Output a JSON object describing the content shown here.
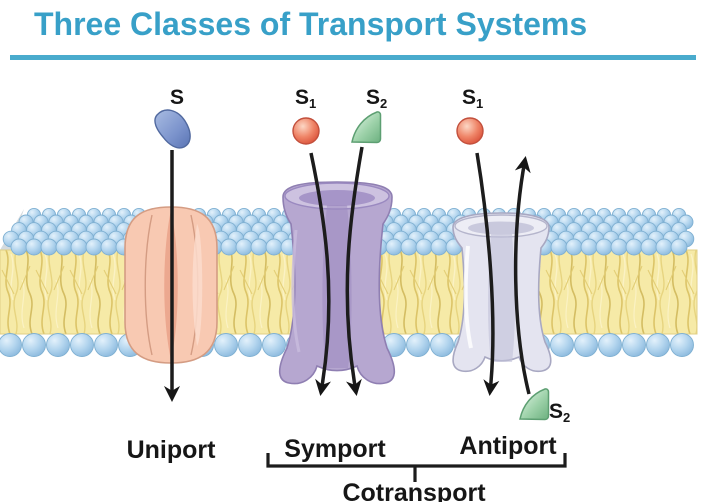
{
  "title": "Three Classes of Transport Systems",
  "molecules": {
    "uniport_s": {
      "base": "S",
      "sub": ""
    },
    "symport_s1": {
      "base": "S",
      "sub": "1"
    },
    "symport_s2": {
      "base": "S",
      "sub": "2"
    },
    "antiport_s1": {
      "base": "S",
      "sub": "1"
    },
    "antiport_s2": {
      "base": "S",
      "sub": "2"
    }
  },
  "transporters": {
    "uniport": "Uniport",
    "symport": "Symport",
    "antiport": "Antiport"
  },
  "group_label": "Cotransport",
  "colors": {
    "title": "#38a0c8",
    "underline": "#49abcd",
    "arrow": "#1c1c1c",
    "membrane_head": "#aed2ec",
    "membrane_tail": "#f6eaa7",
    "uniport_protein": "#f8c9b2",
    "symport_protein": "#b6a7d0",
    "antiport_protein": "#e4e4f0",
    "substrate_s": "#7b93cc",
    "substrate_s1": "#ea6a50",
    "substrate_s2": "#8fc99d",
    "background": "#ffffff"
  }
}
